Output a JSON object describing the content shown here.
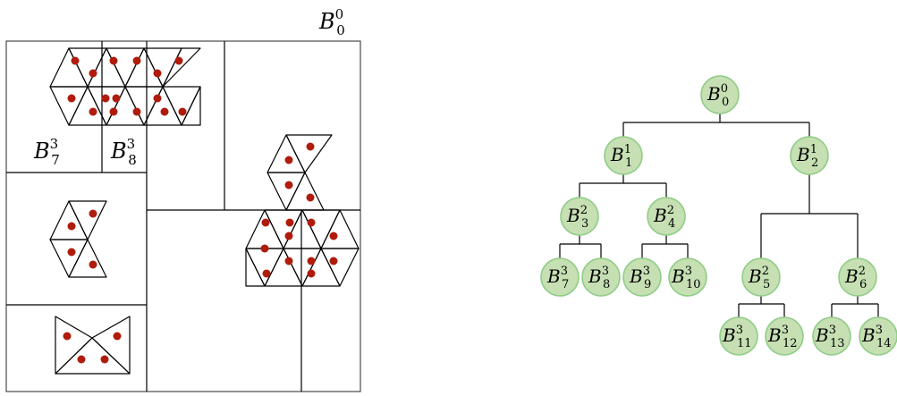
{
  "figure": {
    "root_box_label": {
      "base": "B",
      "sup": "0",
      "sub": "0"
    },
    "box_labels": [
      {
        "id": "b7",
        "base": "B",
        "sup": "3",
        "sub": "7"
      },
      {
        "id": "b8",
        "base": "B",
        "sup": "3",
        "sub": "8"
      }
    ]
  },
  "tree": {
    "nodes": [
      {
        "id": "n0",
        "base": "B",
        "sup": "0",
        "sub": "0"
      },
      {
        "id": "n1",
        "base": "B",
        "sup": "1",
        "sub": "1"
      },
      {
        "id": "n2",
        "base": "B",
        "sup": "1",
        "sub": "2"
      },
      {
        "id": "n3",
        "base": "B",
        "sup": "2",
        "sub": "3"
      },
      {
        "id": "n4",
        "base": "B",
        "sup": "2",
        "sub": "4"
      },
      {
        "id": "n5",
        "base": "B",
        "sup": "2",
        "sub": "5"
      },
      {
        "id": "n6",
        "base": "B",
        "sup": "2",
        "sub": "6"
      },
      {
        "id": "n7",
        "base": "B",
        "sup": "3",
        "sub": "7"
      },
      {
        "id": "n8",
        "base": "B",
        "sup": "3",
        "sub": "8"
      },
      {
        "id": "n9",
        "base": "B",
        "sup": "3",
        "sub": "9"
      },
      {
        "id": "n10",
        "base": "B",
        "sup": "3",
        "sub": "10"
      },
      {
        "id": "n11",
        "base": "B",
        "sup": "3",
        "sub": "11"
      },
      {
        "id": "n12",
        "base": "B",
        "sup": "3",
        "sub": "12"
      },
      {
        "id": "n13",
        "base": "B",
        "sup": "3",
        "sub": "13"
      },
      {
        "id": "n14",
        "base": "B",
        "sup": "3",
        "sub": "14"
      }
    ],
    "edges": [
      [
        "n0",
        "n1"
      ],
      [
        "n0",
        "n2"
      ],
      [
        "n1",
        "n3"
      ],
      [
        "n1",
        "n4"
      ],
      [
        "n2",
        "n5"
      ],
      [
        "n2",
        "n6"
      ],
      [
        "n3",
        "n7"
      ],
      [
        "n3",
        "n8"
      ],
      [
        "n4",
        "n9"
      ],
      [
        "n4",
        "n10"
      ],
      [
        "n5",
        "n11"
      ],
      [
        "n5",
        "n12"
      ],
      [
        "n6",
        "n13"
      ],
      [
        "n6",
        "n14"
      ]
    ]
  },
  "colors": {
    "node_fill": "#c6dfb3",
    "node_stroke": "#8fcd86",
    "dot": "#b01c0c"
  }
}
